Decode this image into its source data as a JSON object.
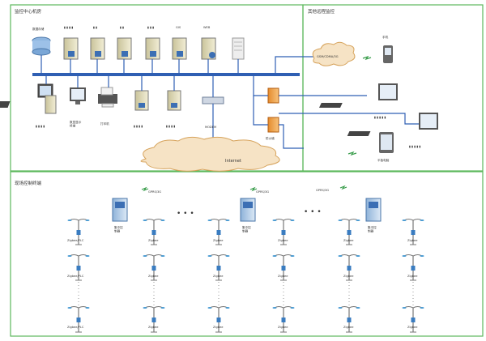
{
  "sections": {
    "monitoring_center": "监控中心机房",
    "other_mobile": "其他远程监控",
    "field_control": "现场控制终端"
  },
  "center": {
    "database": "数据存储",
    "servers": [
      "▮ ▮ ▮ ▮",
      "▮ ▮",
      "▮ ▮",
      "▮ ▮ ▮",
      "GIS",
      "WEB"
    ],
    "workstation": "▮ ▮ ▮ ▮",
    "display_terminal": "数显显示\n终端",
    "printer": "打印机",
    "client1": "▮ ▮ ▮ ▮",
    "client2": "▮ ▮ ▮ ▮",
    "modem": "MODEM",
    "firewall": "防火墙"
  },
  "cloud": {
    "wan": "GSM/CDMA/3G",
    "internet": "Internet"
  },
  "remote": {
    "phone": "手机",
    "pc1": "▮ ▮ ▮ ▮ ▮",
    "pc2": "▮ ▮ ▮ ▮ ▮",
    "tablet": "平板电脑"
  },
  "field": {
    "links": [
      "GPRS/3G",
      "GPRS/3G",
      "GPRS/3G"
    ],
    "controllers": [
      "集中控\n制器",
      "集中控\n制器",
      "集中控\n制器"
    ],
    "dots": "• • •",
    "zigbee": "Zigbee",
    "zigbee_plc": "Zigbee/PLC"
  },
  "colors": {
    "border": "#5cb85c",
    "bus": "#2f5fb3",
    "cloud": "#f6e3c5"
  }
}
